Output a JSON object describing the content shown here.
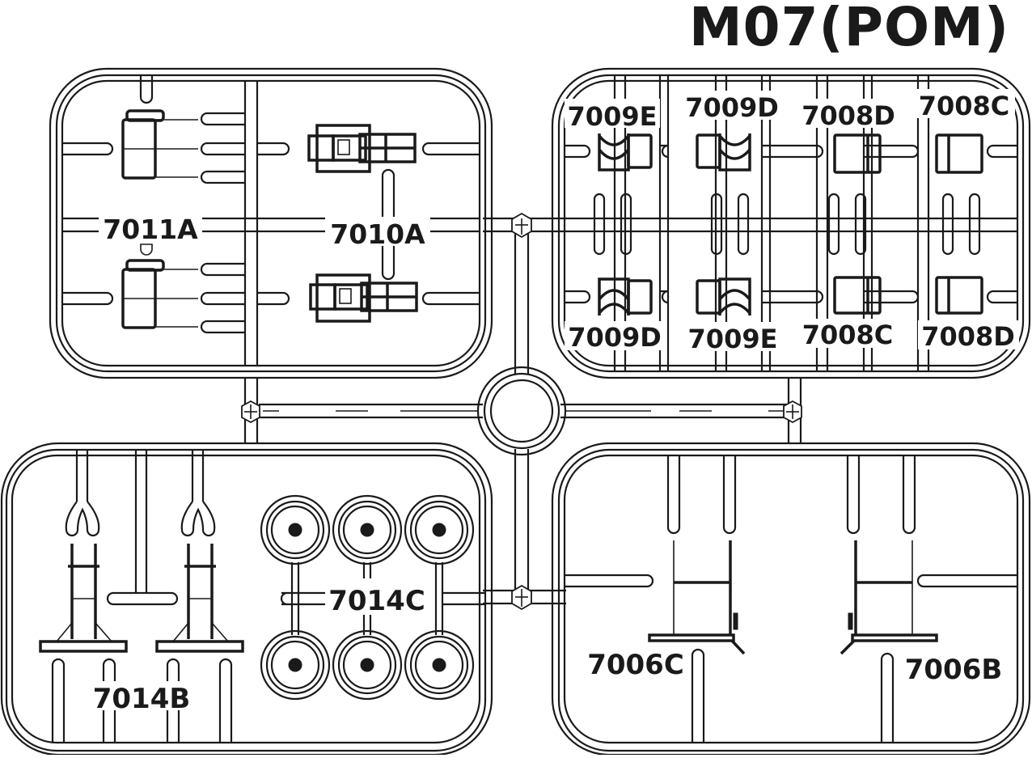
{
  "sprue": {
    "title": "M07(POM)",
    "color_line": "#1a1a1a",
    "color_bg": "#ffffff",
    "frames": {
      "top_left": {
        "parts": [
          {
            "label": "7011A"
          },
          {
            "label": "7010A"
          }
        ]
      },
      "top_right": {
        "parts": [
          {
            "label": "7009E"
          },
          {
            "label": "7009D"
          },
          {
            "label": "7008D"
          },
          {
            "label": "7008C"
          },
          {
            "label": "7009D"
          },
          {
            "label": "7009E"
          },
          {
            "label": "7008C"
          },
          {
            "label": "7008D"
          }
        ]
      },
      "bottom_left": {
        "parts": [
          {
            "label": "7014B"
          },
          {
            "label": "7014C"
          }
        ]
      },
      "bottom_right": {
        "parts": [
          {
            "label": "7006C"
          },
          {
            "label": "7006B"
          }
        ]
      }
    }
  }
}
